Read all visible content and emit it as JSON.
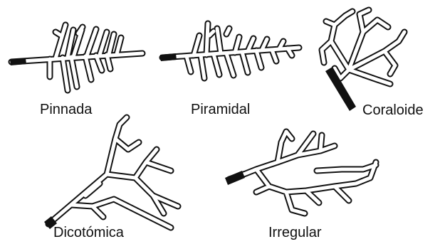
{
  "figures": [
    {
      "key": "pinnada",
      "label": "Pinnada"
    },
    {
      "key": "piramidal",
      "label": "Piramidal"
    },
    {
      "key": "coraloide",
      "label": "Coraloide"
    },
    {
      "key": "dicotomica",
      "label": "Dicotómica"
    },
    {
      "key": "irregular",
      "label": "Irregular"
    }
  ]
}
